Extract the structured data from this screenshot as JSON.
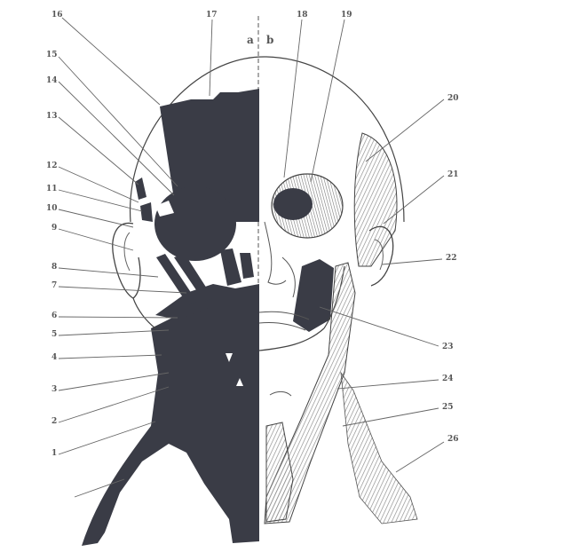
{
  "figure": {
    "colors": {
      "background": "#ffffff",
      "dark_fill": "#3a3c46",
      "light_fill": "#f2f2f2",
      "line": "#444444",
      "label": "#555555",
      "hatch": "#8a8a8a"
    },
    "side_labels": {
      "left": "a",
      "right": "b"
    },
    "left_labels": [
      "16",
      "15",
      "14",
      "13",
      "12",
      "11",
      "10",
      "9",
      "8",
      "7",
      "6",
      "5",
      "4",
      "3",
      "2",
      "1"
    ],
    "top_labels": [
      "17",
      "18",
      "19"
    ],
    "right_labels": [
      "20",
      "21",
      "22",
      "23",
      "24",
      "25",
      "26"
    ]
  }
}
